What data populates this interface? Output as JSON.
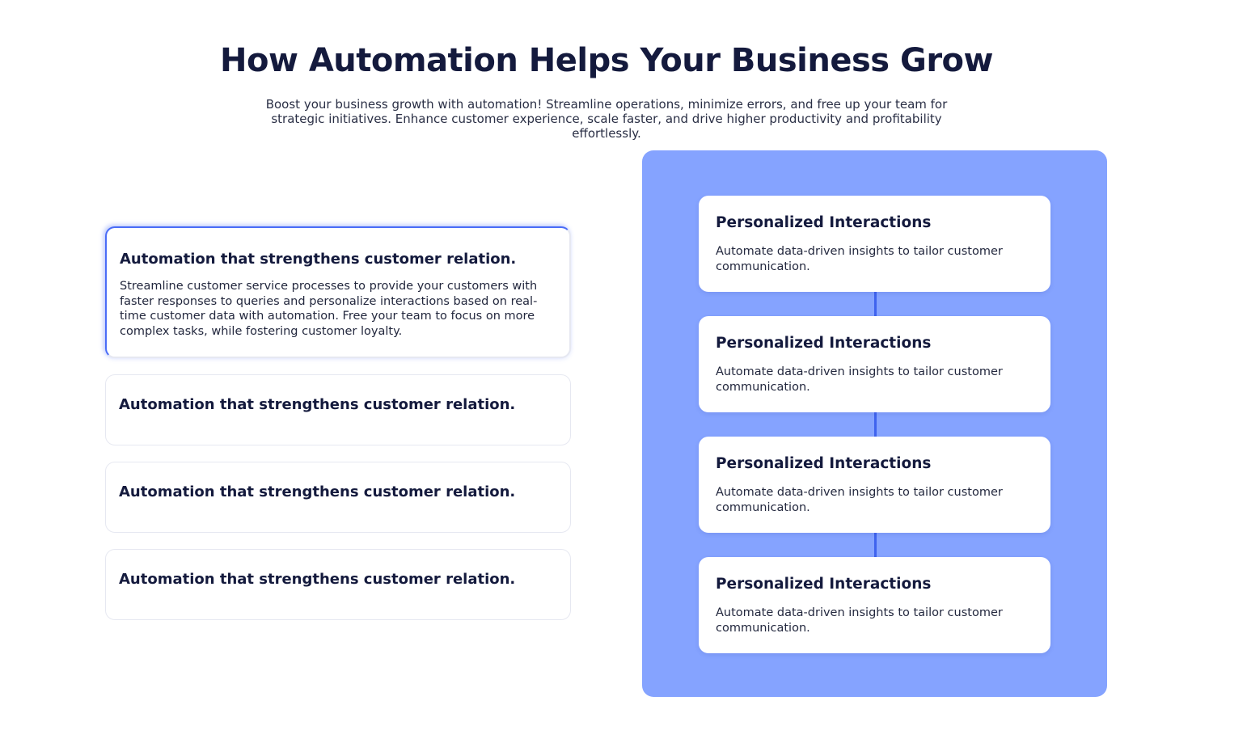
{
  "header": {
    "title": "How Automation Helps Your Business Grow",
    "subtitle": "Boost your business growth with automation! Streamline operations, minimize errors, and free up your team for strategic initiatives. Enhance customer experience, scale faster, and drive higher productivity and profitability effortlessly."
  },
  "accordion": {
    "items": [
      {
        "title": "Automation that strengthens customer relation.",
        "body": "Streamline customer service processes to provide your customers with faster responses to queries and personalize interactions based on real-time customer data with automation. Free your team to focus on more complex tasks, while fostering customer loyalty.",
        "expanded": true
      },
      {
        "title": "Automation that strengthens customer relation.",
        "expanded": false
      },
      {
        "title": "Automation that strengthens customer relation.",
        "expanded": false
      },
      {
        "title": "Automation that strengthens customer relation.",
        "expanded": false
      }
    ]
  },
  "panel": {
    "background": "#85a3ff",
    "accent": "#4a6cf7",
    "cards": [
      {
        "title": "Personalized Interactions",
        "description": "Automate data-driven insights to tailor customer communication."
      },
      {
        "title": "Personalized Interactions",
        "description": "Automate data-driven insights to tailor customer communication."
      },
      {
        "title": "Personalized Interactions",
        "description": "Automate data-driven insights to tailor customer communication."
      },
      {
        "title": "Personalized Interactions",
        "description": "Automate data-driven insights to tailor customer communication."
      }
    ]
  }
}
